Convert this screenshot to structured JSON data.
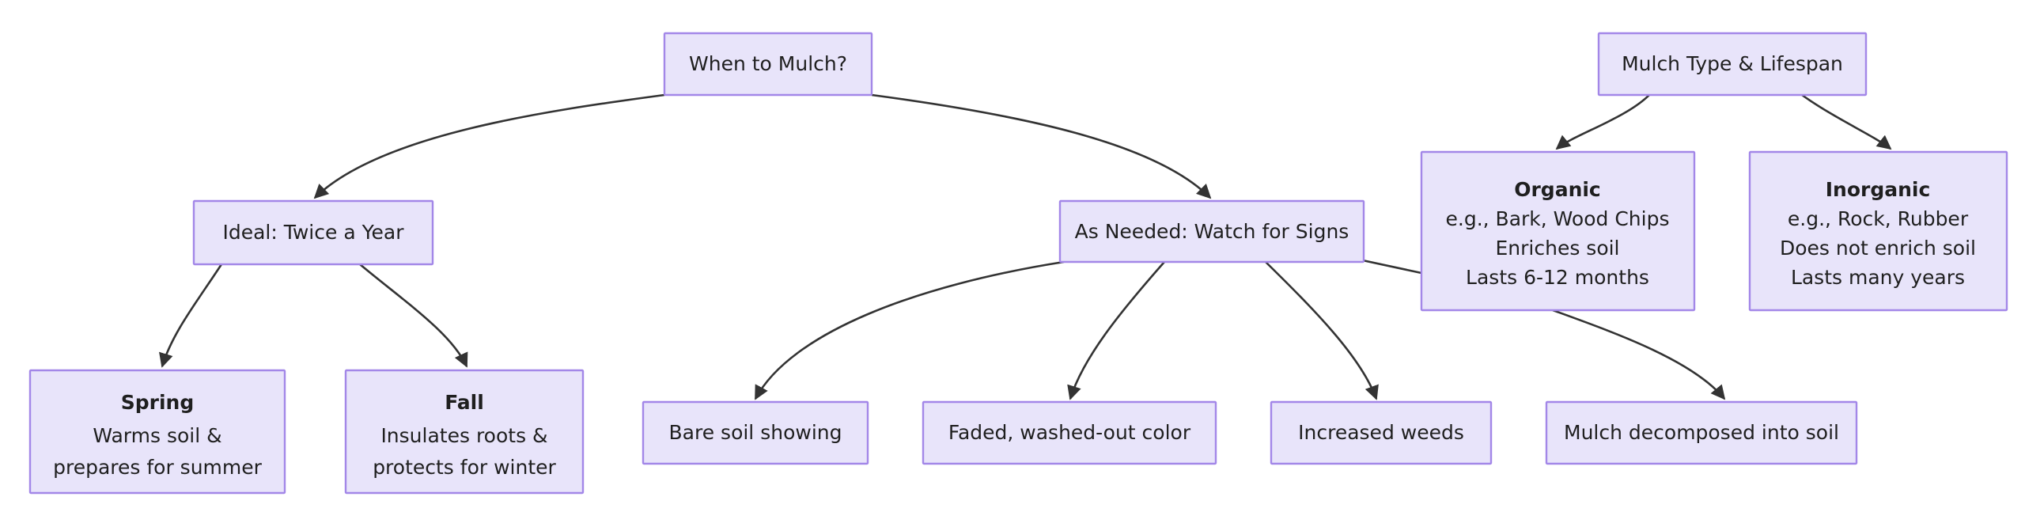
{
  "diagram": {
    "type": "flowchart",
    "title": "Mulching Guide Flowchart",
    "direction": "top-down",
    "colors": {
      "node_fill": "#e8e4fa",
      "node_border": "#a387e8",
      "edge_stroke": "#333333",
      "text": "#1f1f1f",
      "background": "#ffffff"
    },
    "nodes": [
      {
        "id": "when_to_mulch",
        "lines": [
          {
            "text": "When to Mulch?",
            "bold": false
          }
        ]
      },
      {
        "id": "mulch_type",
        "lines": [
          {
            "text": "Mulch Type & Lifespan",
            "bold": false
          }
        ]
      },
      {
        "id": "ideal_twice",
        "lines": [
          {
            "text": "Ideal: Twice a Year",
            "bold": false
          }
        ]
      },
      {
        "id": "as_needed",
        "lines": [
          {
            "text": "As Needed: Watch for Signs",
            "bold": false
          }
        ]
      },
      {
        "id": "organic",
        "lines": [
          {
            "text": "Organic",
            "bold": true
          },
          {
            "text": "e.g., Bark, Wood Chips",
            "bold": false
          },
          {
            "text": "Enriches soil",
            "bold": false
          },
          {
            "text": "Lasts 6-12 months",
            "bold": false
          }
        ]
      },
      {
        "id": "inorganic",
        "lines": [
          {
            "text": "Inorganic",
            "bold": true
          },
          {
            "text": "e.g., Rock, Rubber",
            "bold": false
          },
          {
            "text": "Does not enrich soil",
            "bold": false
          },
          {
            "text": "Lasts many years",
            "bold": false
          }
        ]
      },
      {
        "id": "spring",
        "lines": [
          {
            "text": "Spring",
            "bold": true
          },
          {
            "text": "Warms soil &",
            "bold": false
          },
          {
            "text": "prepares for summer",
            "bold": false
          }
        ]
      },
      {
        "id": "fall",
        "lines": [
          {
            "text": "Fall",
            "bold": true
          },
          {
            "text": "Insulates roots &",
            "bold": false
          },
          {
            "text": "protects for winter",
            "bold": false
          }
        ]
      },
      {
        "id": "bare_soil",
        "lines": [
          {
            "text": "Bare soil showing",
            "bold": false
          }
        ]
      },
      {
        "id": "faded_color",
        "lines": [
          {
            "text": "Faded, washed-out color",
            "bold": false
          }
        ]
      },
      {
        "id": "increased_weeds",
        "lines": [
          {
            "text": "Increased weeds",
            "bold": false
          }
        ]
      },
      {
        "id": "decomposed",
        "lines": [
          {
            "text": "Mulch decomposed into soil",
            "bold": false
          }
        ]
      }
    ],
    "edges": [
      {
        "from": "when_to_mulch",
        "to": "ideal_twice",
        "label": ""
      },
      {
        "from": "when_to_mulch",
        "to": "as_needed",
        "label": ""
      },
      {
        "from": "mulch_type",
        "to": "organic",
        "label": ""
      },
      {
        "from": "mulch_type",
        "to": "inorganic",
        "label": ""
      },
      {
        "from": "ideal_twice",
        "to": "spring",
        "label": ""
      },
      {
        "from": "ideal_twice",
        "to": "fall",
        "label": ""
      },
      {
        "from": "as_needed",
        "to": "bare_soil",
        "label": ""
      },
      {
        "from": "as_needed",
        "to": "faded_color",
        "label": ""
      },
      {
        "from": "as_needed",
        "to": "increased_weeds",
        "label": ""
      },
      {
        "from": "as_needed",
        "to": "organic",
        "label": ""
      },
      {
        "from": "organic",
        "to": "decomposed",
        "label": ""
      }
    ]
  }
}
